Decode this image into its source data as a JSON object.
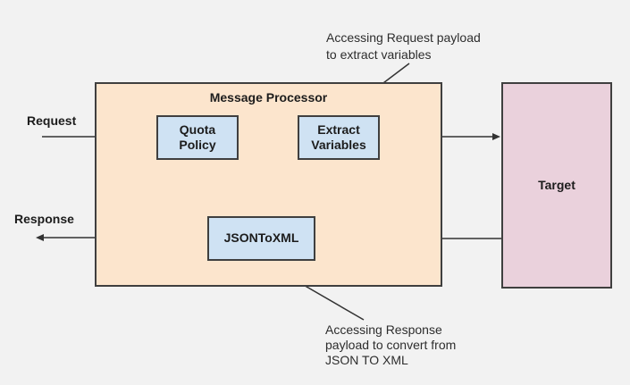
{
  "diagram": {
    "processor": {
      "title": "Message Processor",
      "fill": "#fce5cd"
    },
    "nodes": {
      "quota": {
        "label": "Quota Policy",
        "fill": "#cfe2f3"
      },
      "extract": {
        "label": "Extract Variables",
        "fill": "#cfe2f3"
      },
      "jsontoxml": {
        "label": "JSONToXML",
        "fill": "#cfe2f3"
      },
      "target": {
        "label": "Target",
        "fill": "#ead1dc"
      }
    },
    "flow_labels": {
      "request": "Request",
      "response": "Response"
    },
    "annotations": {
      "request_payload": "Accessing Request payload\nto extract variables",
      "response_payload": "Accessing Response\npayload to convert from\nJSON TO XML"
    },
    "colors": {
      "background": "#f2f2f2",
      "border": "#3f3f3f",
      "arrow": "#333333"
    }
  }
}
